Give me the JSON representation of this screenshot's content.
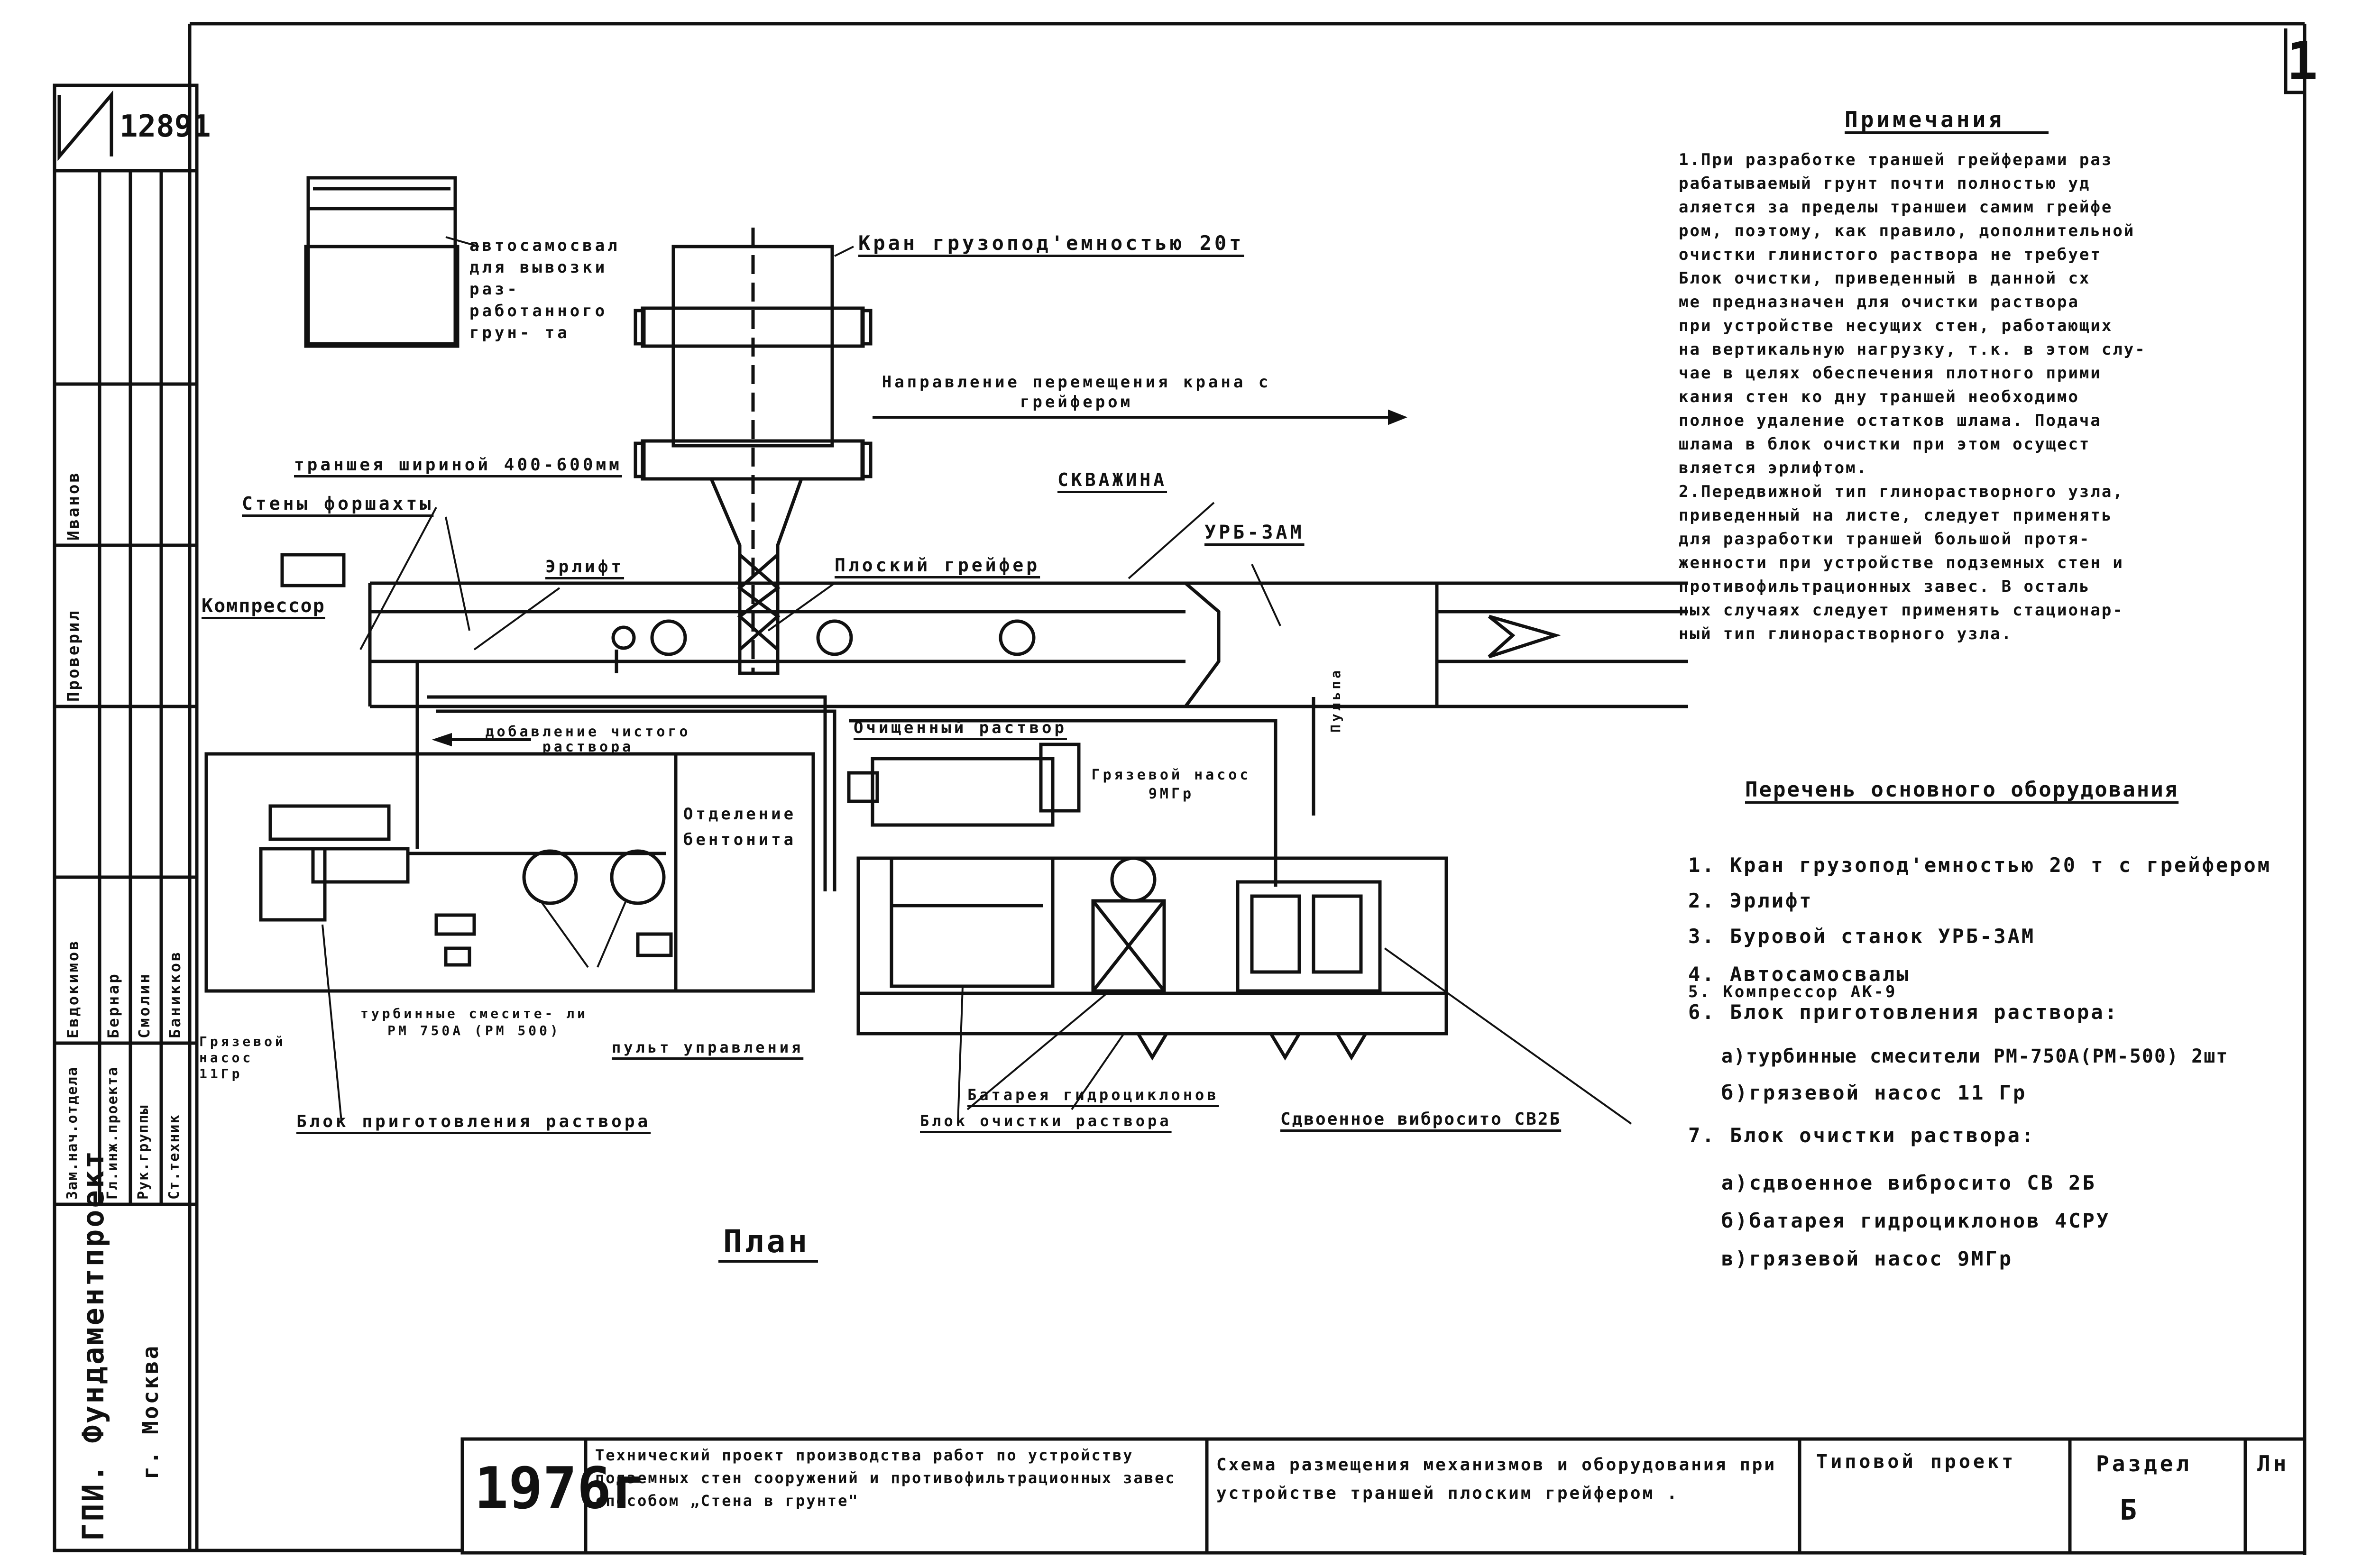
{
  "sheet": {
    "number": "1",
    "archive_no": "12891"
  },
  "plan": {
    "title": "План",
    "labels": {
      "truck": "автосамосвал для вывозки раз- работанного грун- та",
      "crane": "Кран грузопод'емностью 20т",
      "direction": "Направление перемещения крана с грейфером",
      "trench": "траншея шириной 400-600мм",
      "walls": "Стены форшахты",
      "compressor": "Компрессор",
      "erlift": "Эрлифт",
      "grab": "Плоский грейфер",
      "well": "СКВАЖИНА",
      "urb": "УРБ-3АМ",
      "add_clean": "добавление чистого раствора",
      "bentonite": "Отделение бентонита",
      "cleaned": "Очищенный раствор",
      "mud_pump_9": "Грязевой насос 9МГр",
      "pulp": "Пульпа",
      "mud_pump_11": "Грязевой насос 11Гр",
      "mixers": "турбинные смесите- ли РМ 750А (РМ 500)",
      "control": "пульт управления",
      "prep_block": "Блок приготовления раствора",
      "hydrocyclones": "Батарея гидроциклонов",
      "clean_block": "Блок очистки раствора",
      "sieve": "Сдвоенное вибросито СВ2Б"
    }
  },
  "notes": {
    "title": "Примечания",
    "lines": [
      "1.При разработке траншей грейферами раз",
      "рабатываемый грунт почти полностью уд",
      "аляется за пределы траншеи самим грейфе",
      "ром, поэтому, как правило, дополнительной",
      "очистки глинистого раствора не требует",
      "Блок очистки, приведенный в данной сх",
      "ме предназначен для очистки раствора",
      "при устройстве несущих стен, работающих",
      "на вертикальную нагрузку, т.к. в этом слу-",
      "чае в целях обеспечения плотного прими",
      "кания стен ко дну траншей необходимо",
      "полное удаление остатков шлама. Подача",
      "шлама в блок очистки при этом осущест",
      "вляется эрлифтом.",
      "2.Передвижной тип глинорастворного узла,",
      "приведенный на листе, следует применять",
      "для разработки траншей большой протя-",
      "женности при устройстве подземных стен и",
      "противофильтрационных завес. В осталь",
      "ных случаях следует применять стационар-",
      "ный тип глинорастворного узла."
    ]
  },
  "equipment": {
    "title": "Перечень основного оборудования",
    "items": [
      "1. Кран грузопод'емностью 20 т с грейфером",
      "2. Эрлифт",
      "3. Буровой      станок УРБ-3АМ",
      "4. Автосамосвалы",
      "5. Компрессор АК-9",
      "6. Блок приготовления раствора:",
      "а)турбинные смесители РМ-750А(РМ-500) 2шт",
      "б)грязевой насос 11 Гр",
      "7. Блок очистки раствора:",
      "а)сдвоенное вибросито СВ 2Б",
      "б)батарея гидроциклонов 4СРУ",
      "в)грязевой насос 9МГр"
    ]
  },
  "title_block": {
    "year": "1976г",
    "project_desc": "Технический проект производства работ по устройству подземных стен сооружений и противофильтрационных завес способом „Стена в грунте\"",
    "scheme": "Схема размещения механизмов и оборудования при устройстве траншей плоским грейфером .",
    "type": "Типовой проект",
    "section_label": "Раздел",
    "section": "Б",
    "sheet_label": "Лн"
  },
  "side_stamp": {
    "org": "ГПИ. Фундаментпроект",
    "city": "г. Москва",
    "roles": [
      "Зам.нач.отдела",
      "Гл.инж.проекта",
      "Рук.группы",
      "Ст.техник"
    ],
    "names": [
      "Евдокимов",
      "Бернар",
      "Смолин",
      "Баникков"
    ],
    "checked": "Проверил",
    "ivanov": "Иванов"
  }
}
